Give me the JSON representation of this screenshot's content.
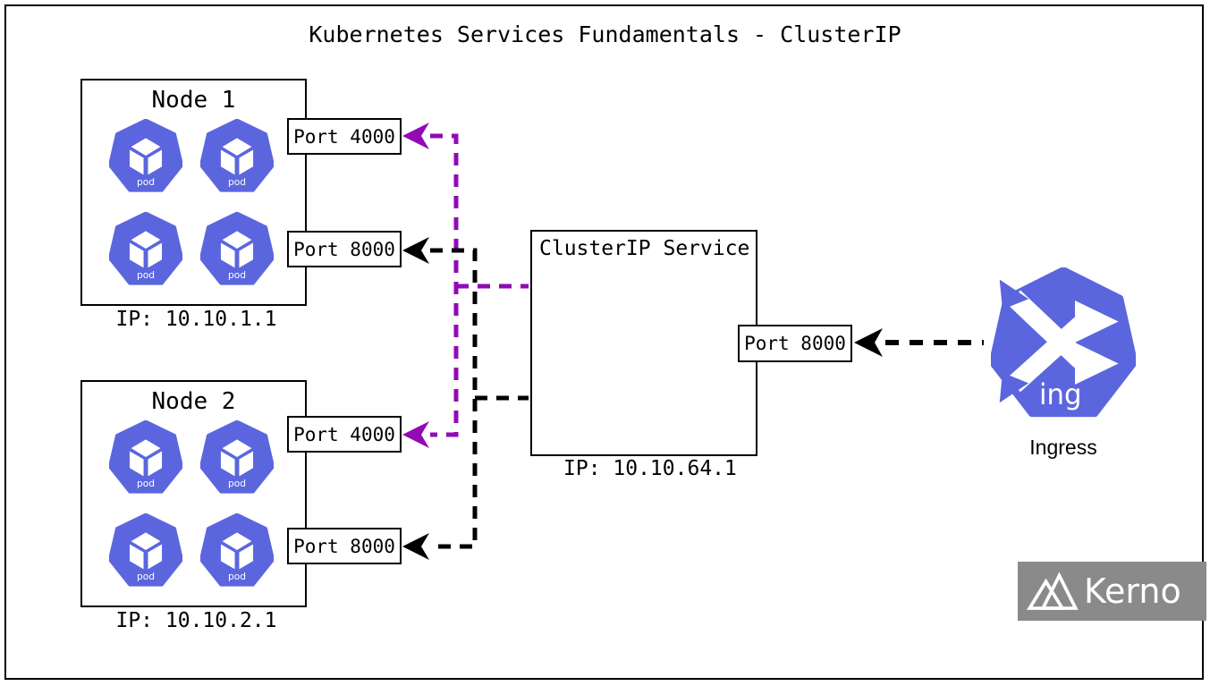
{
  "title": "Kubernetes Services Fundamentals - ClusterIP",
  "nodes": [
    {
      "name": "Node 1",
      "ip": "IP: 10.10.1.1",
      "pods": [
        "pod",
        "pod",
        "pod",
        "pod"
      ],
      "ports": [
        {
          "label": "Port 4000"
        },
        {
          "label": "Port 8000"
        }
      ]
    },
    {
      "name": "Node 2",
      "ip": "IP: 10.10.2.1",
      "pods": [
        "pod",
        "pod",
        "pod",
        "pod"
      ],
      "ports": [
        {
          "label": "Port 4000"
        },
        {
          "label": "Port 8000"
        }
      ]
    }
  ],
  "service": {
    "title": "ClusterIP Service",
    "ip": "IP: 10.10.64.1",
    "port_label": "Port 8000"
  },
  "ingress": {
    "icon_label": "ing",
    "label": "Ingress"
  },
  "branding": {
    "logo_text": "Kerno"
  },
  "colors": {
    "pod_blue": "#5b66de",
    "arrow_purple": "#910ab4",
    "arrow_black": "#000000",
    "kerno_gray": "#8a8a8a"
  },
  "connections": [
    {
      "from": "ClusterIP Service",
      "to": "Node 1 Port 4000",
      "color": "purple",
      "style": "dashed-arrow"
    },
    {
      "from": "ClusterIP Service",
      "to": "Node 2 Port 4000",
      "color": "purple",
      "style": "dashed-arrow"
    },
    {
      "from": "ClusterIP Service",
      "to": "Node 1 Port 8000",
      "color": "black",
      "style": "dashed-arrow"
    },
    {
      "from": "ClusterIP Service",
      "to": "Node 2 Port 8000",
      "color": "black",
      "style": "dashed-arrow"
    },
    {
      "from": "Ingress",
      "to": "ClusterIP Service Port 8000",
      "color": "black",
      "style": "dashed-arrow"
    }
  ]
}
